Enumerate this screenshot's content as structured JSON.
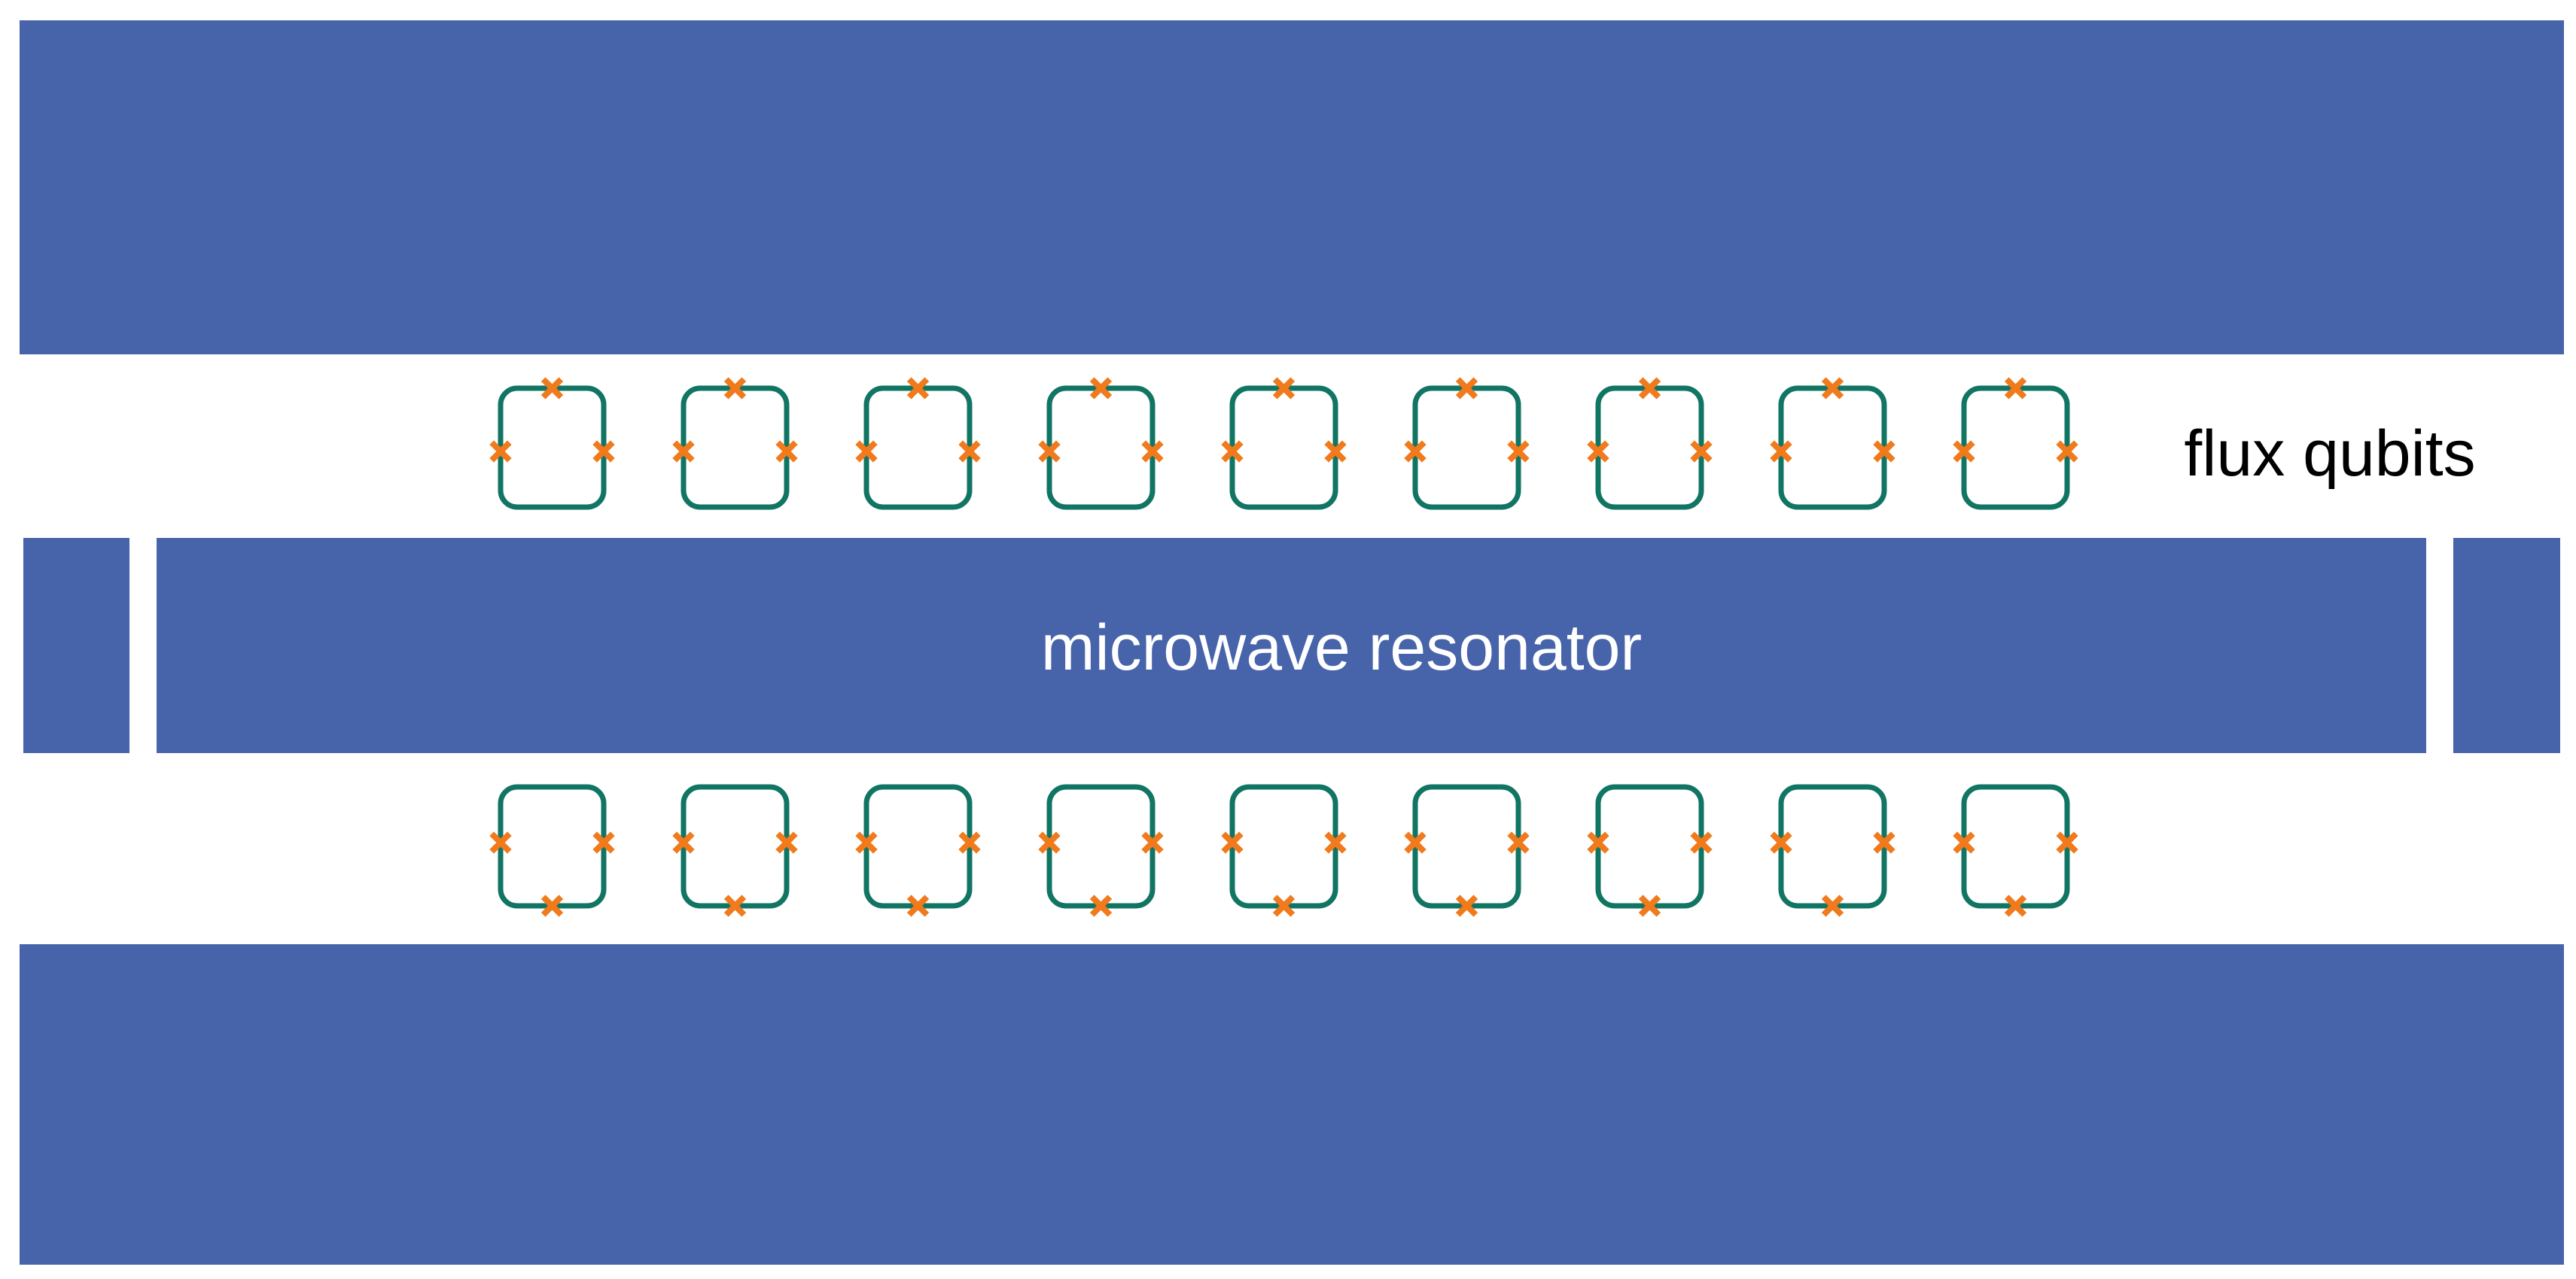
{
  "labels": {
    "resonator": "microwave resonator",
    "qubits": "flux qubits"
  },
  "qubit_rows": [
    {
      "row": "top",
      "count": 9,
      "single_junction_side": "top"
    },
    {
      "row": "bottom",
      "count": 9,
      "single_junction_side": "bottom"
    }
  ],
  "colors": {
    "plate": "#4764ab",
    "qubit_loop": "#117563",
    "josephson_junction": "#f07a1c",
    "background": "#ffffff",
    "resonator_text": "#ffffff",
    "qubit_text": "#000000"
  }
}
